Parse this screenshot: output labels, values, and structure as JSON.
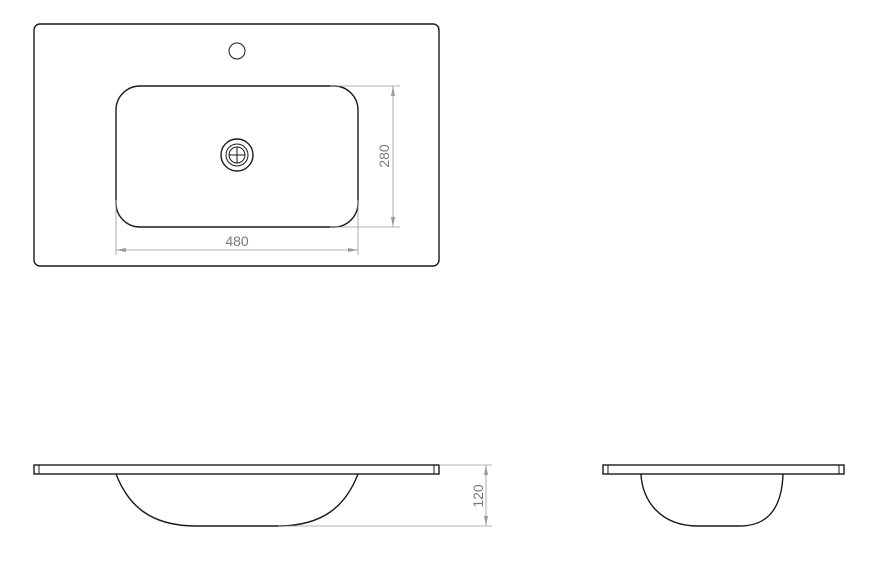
{
  "drawing": {
    "dimensions": {
      "basin_width": "480",
      "basin_depth": "280",
      "basin_height": "120"
    },
    "colors": {
      "outline": "#1a1a1a",
      "dimension": "#9a9a9a",
      "dimension_text": "#7a7a7a"
    }
  }
}
